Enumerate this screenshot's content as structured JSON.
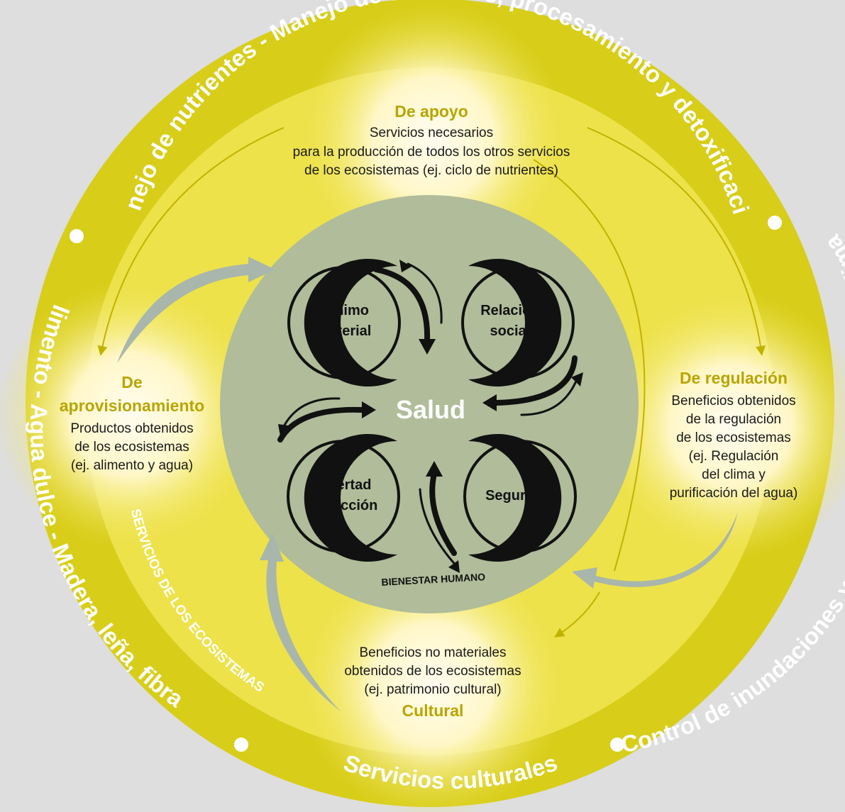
{
  "outer_ring": {
    "top": "Manejo de nutrientes - Manejo de desechos, procesamiento y detoxificación",
    "right": "Control de inundaciones y tormentas - Regulación del clima",
    "left": "Alimento - Agua dulce - Madera, leña, fibras",
    "bottom": "Servicios culturales",
    "inner_arc": "SERVICIOS DE LOS ECOSISTEMAS"
  },
  "services": {
    "apoyo": {
      "title": "De apoyo",
      "lines": [
        "Servicios necesarios",
        "para la producción de todos los otros servicios",
        "de los ecosistemas (ej. ciclo de nutrientes)"
      ]
    },
    "regulacion": {
      "title": "De regulación",
      "lines": [
        "Beneficios obtenidos",
        "de la regulación",
        "de los ecosistemas",
        "(ej. Regulación",
        "del clima y",
        "purificación del agua)"
      ]
    },
    "aprovisionamiento": {
      "title_lines": [
        "De",
        "aprovisionamiento"
      ],
      "lines": [
        "Productos obtenidos",
        "de los ecosistemas",
        "(ej. alimento y agua)"
      ]
    },
    "cultural": {
      "title": "Cultural",
      "lines": [
        "Beneficios no materiales",
        "obtenidos de los ecosistemas",
        "(ej. patrimonio cultural)"
      ]
    }
  },
  "wellbeing": {
    "center": "Salud",
    "label": "BIENESTAR HUMANO",
    "items": {
      "minimo": [
        "Mínimo",
        "material"
      ],
      "relaciones": [
        "Relaciones",
        "sociales"
      ],
      "libertad": [
        "Libertad",
        "y elección"
      ],
      "seguridad": [
        "Seguridad"
      ]
    }
  },
  "colors": {
    "background": "#dedede",
    "outer_ring": "#d8cd19",
    "inner_fill": "#ede24a",
    "glow": "#fffbe6",
    "center_disc": "#b0bc9a",
    "title_text": "#b9a400",
    "connector": "#c2b200",
    "grey_arrow": "#a9b6ab"
  }
}
